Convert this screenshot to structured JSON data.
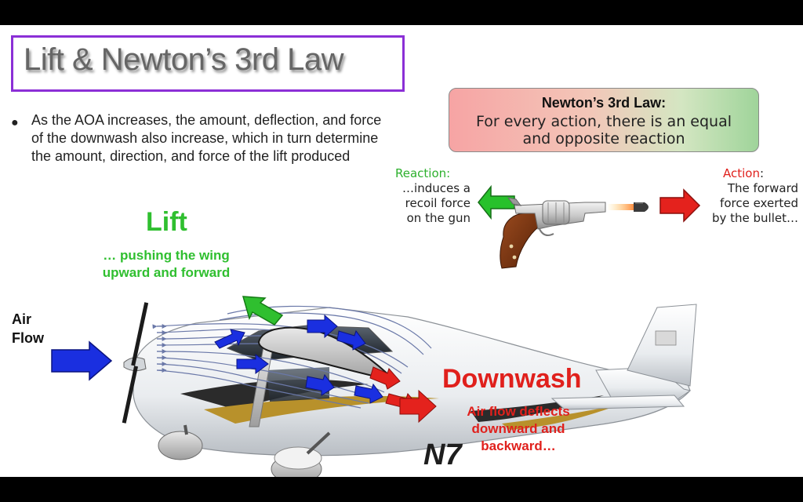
{
  "title": "Lift & Newton’s 3rd Law",
  "bullet": "As the AOA increases, the amount, deflection, and force of the downwash also increase, which in turn determine the amount, direction, and force of the lift produced",
  "newton_box": {
    "title": "Newton’s 3rd Law:",
    "line1": "For every action, there is an equal",
    "line2": "and opposite reaction"
  },
  "reaction": {
    "label": "Reaction:",
    "line1": "…induces a",
    "line2": "recoil force",
    "line3": "on the gun"
  },
  "action": {
    "label": "Action",
    "colon": ":",
    "line1": "The forward",
    "line2": "force exerted",
    "line3": "by the bullet…"
  },
  "lift": {
    "label": "Lift",
    "line1": "… pushing the wing",
    "line2": "upward and forward"
  },
  "airflow": {
    "line1": "Air",
    "line2": "Flow"
  },
  "downwash": {
    "label": "Downwash",
    "line1": "Air flow deflects",
    "line2": "downward and",
    "line3": "backward…"
  },
  "tail_number": "N7",
  "colors": {
    "accent_purple": "#8b2fd6",
    "lift_green": "#2fbf2f",
    "downwash_red": "#e0201c",
    "airflow_blue": "#1a2fe0"
  }
}
